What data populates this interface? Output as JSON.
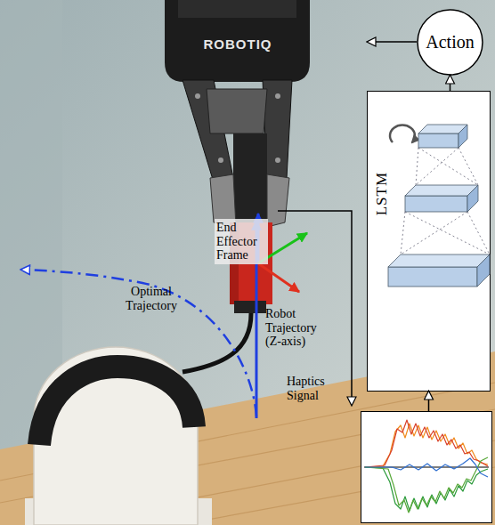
{
  "diagram": {
    "nodes": [
      {
        "text": [
          "Action"
        ]
      },
      {
        "text": [
          "LSTM"
        ]
      },
      {
        "text": [
          "Haptics Signal"
        ]
      }
    ],
    "edges": [
      {
        "from": 2,
        "to": 1,
        "arrow": "to"
      },
      {
        "from": 1,
        "to": 0,
        "arrow": "to"
      }
    ],
    "labels": [
      "ROBOTIQ",
      "End Effector Frame",
      "Optimal Trajectory",
      "Robot Trajectory (Z-axis)"
    ]
  }
}
